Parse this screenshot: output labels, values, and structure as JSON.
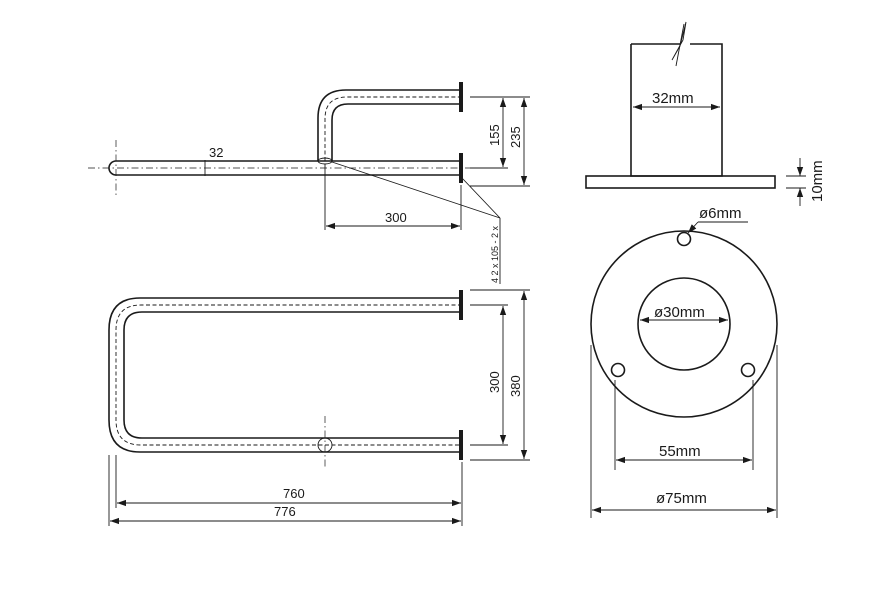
{
  "drawing": {
    "top_view": {
      "tube_dim": "32",
      "depth_dim": "300",
      "offset_dim": "155",
      "offset_total_dim": "235",
      "screw_note": "4 2 x 105 - 2 x"
    },
    "front_view": {
      "inner_height_dim": "300",
      "outer_height_dim": "380",
      "inner_length_dim": "760",
      "outer_length_dim": "776"
    },
    "side_view": {
      "tube_width_dim": "32mm",
      "plate_thickness_dim": "10mm"
    },
    "flange_view": {
      "hole_dim": "ø6mm",
      "bore_dim": "ø30mm",
      "hole_spacing_dim": "55mm",
      "flange_dia_dim": "ø75mm"
    }
  }
}
